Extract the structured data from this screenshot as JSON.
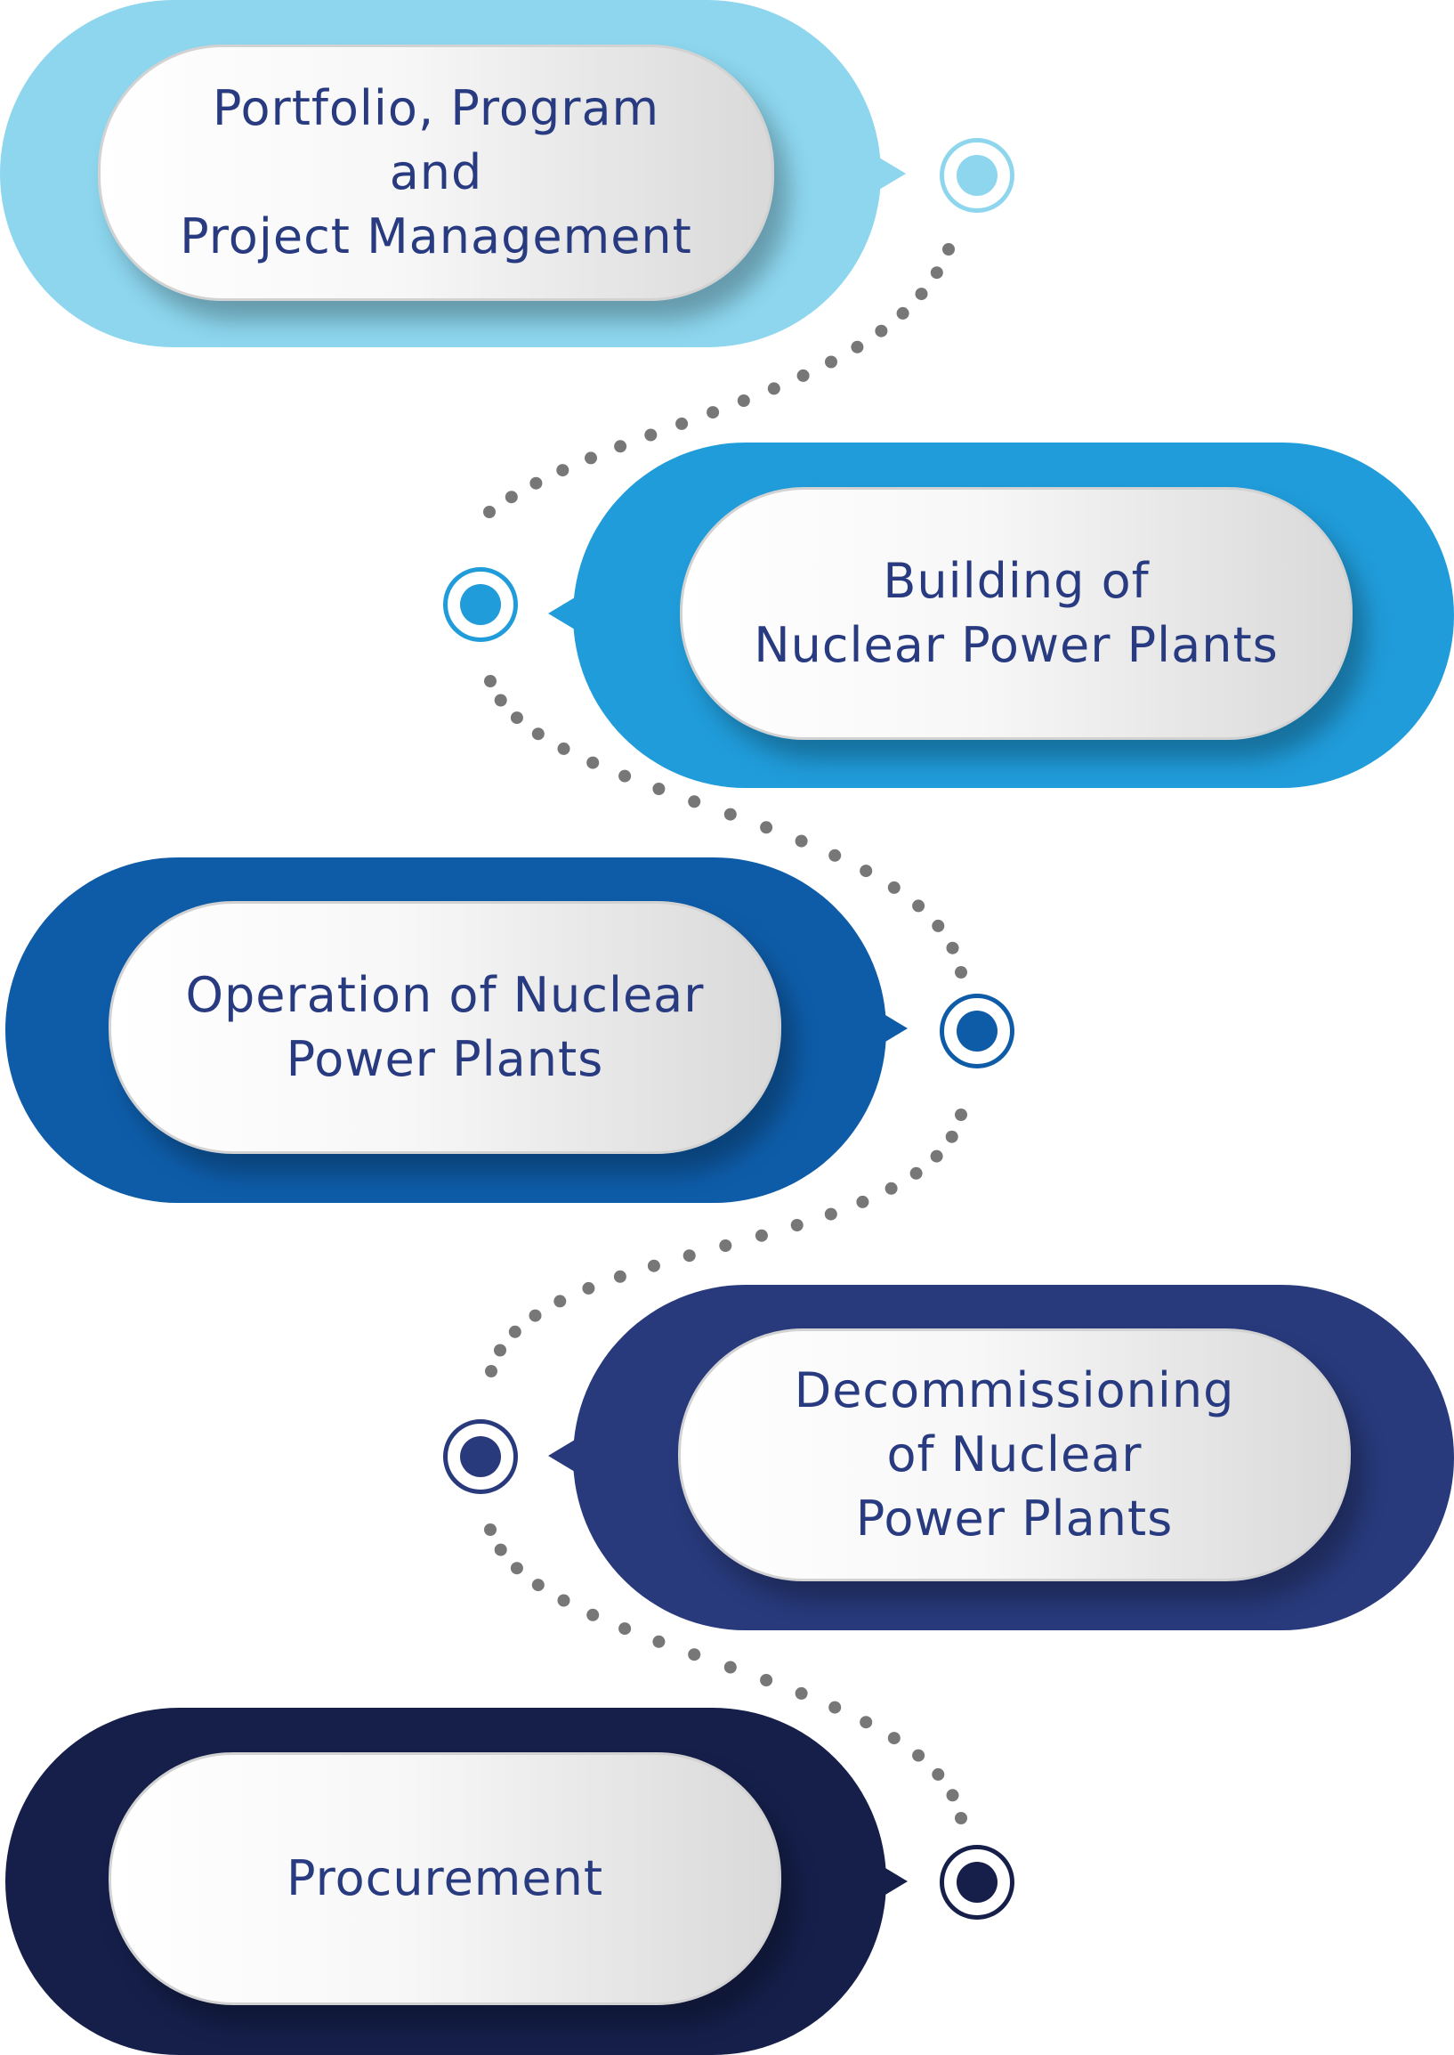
{
  "steps": [
    {
      "label": "Portfolio, Program\nand\nProject Management",
      "color": "#8dd6ee"
    },
    {
      "label": "Building of\nNuclear Power Plants",
      "color": "#209cda"
    },
    {
      "label": "Operation of Nuclear\nPower Plants",
      "color": "#0e5ca8"
    },
    {
      "label": "Decommissioning\nof Nuclear\nPower Plants",
      "color": "#283a7c"
    },
    {
      "label": "Procurement",
      "color": "#151f4a"
    }
  ],
  "styles": {
    "text_color": "#283a80",
    "connector_dot_color": "#777777",
    "icons": {
      "marker": "target-ring-icon",
      "pointer": "triangle-pointer-icon"
    }
  }
}
